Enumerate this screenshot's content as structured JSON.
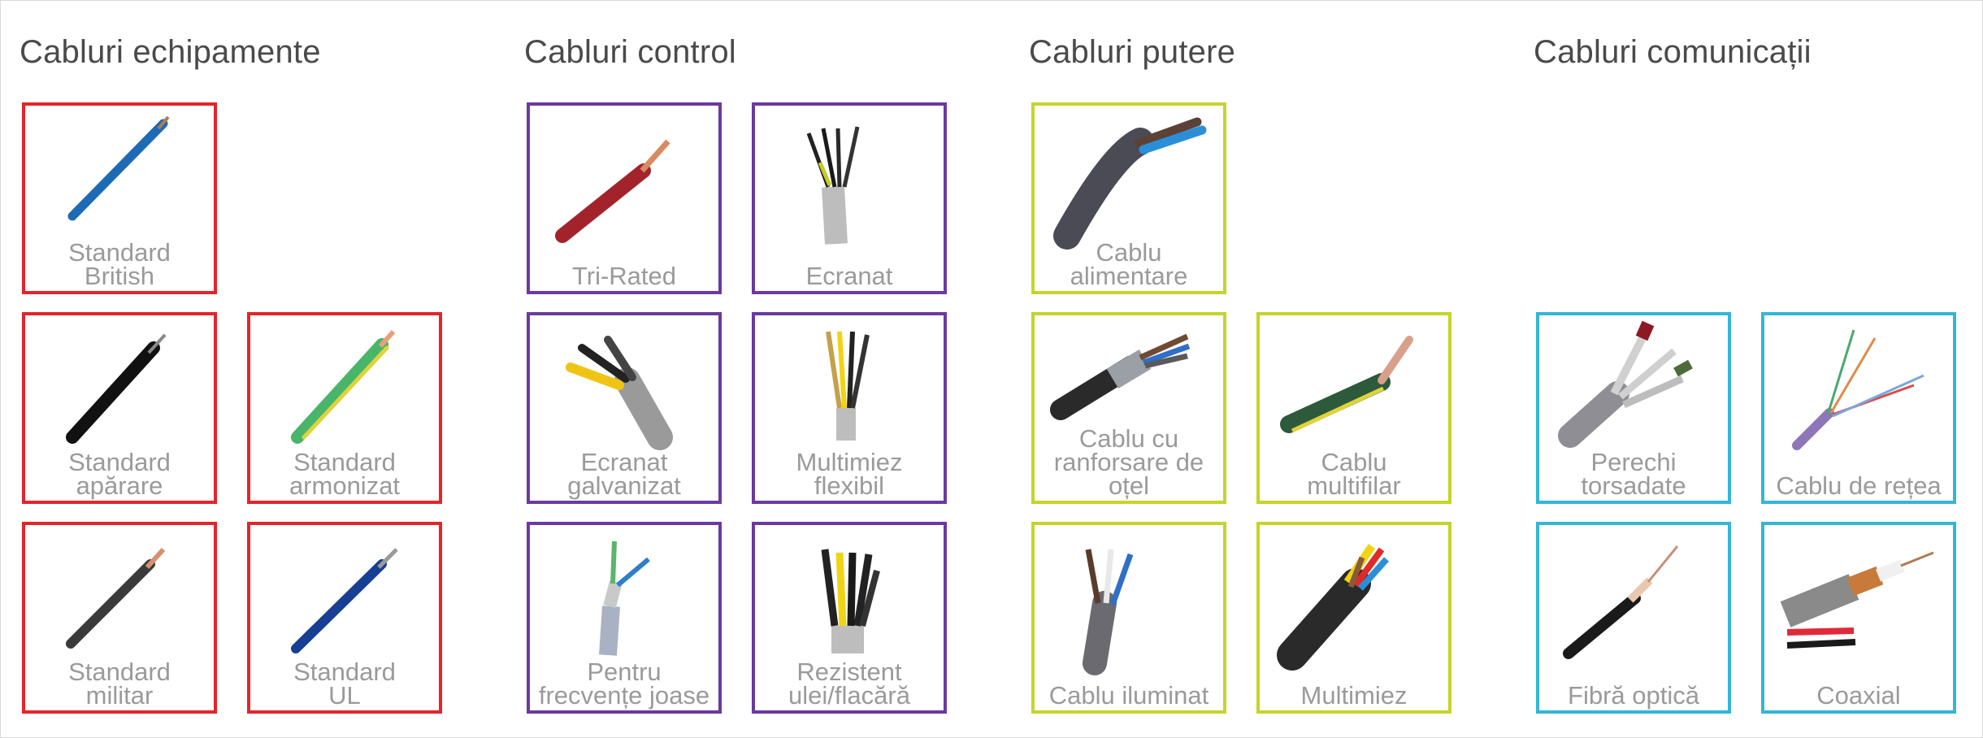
{
  "colors": {
    "equipment": "#e3242b",
    "control": "#6a3aa0",
    "power": "#c5d42a",
    "communication": "#33b6d8"
  },
  "sections": [
    {
      "title": "Cabluri echipamente",
      "cards": [
        {
          "lines": [
            "Standard",
            "British"
          ],
          "icon": "blue-wire-icon"
        },
        {
          "lines": [
            "Standard",
            "apărare"
          ],
          "icon": "black-wire-icon"
        },
        {
          "lines": [
            "Standard",
            "armonizat"
          ],
          "icon": "green-yellow-wire-icon"
        },
        {
          "lines": [
            "Standard",
            "militar"
          ],
          "icon": "dark-wire-icon"
        },
        {
          "lines": [
            "Standard",
            "UL"
          ],
          "icon": "dark-blue-wire-icon"
        }
      ]
    },
    {
      "title": "Cabluri control",
      "cards": [
        {
          "lines": [
            "Tri-Rated"
          ],
          "icon": "red-wire-icon"
        },
        {
          "lines": [
            "Ecranat"
          ],
          "icon": "screened-cable-icon"
        },
        {
          "lines": [
            "Ecranat",
            "galvanizat"
          ],
          "icon": "grey-multicore-cable-icon"
        },
        {
          "lines": [
            "Multimiez",
            "flexibil"
          ],
          "icon": "flexible-multicore-cable-icon"
        },
        {
          "lines": [
            "Pentru",
            "frecvențe joase"
          ],
          "icon": "low-frequency-cable-icon"
        },
        {
          "lines": [
            "Rezistent",
            "ulei/flacără"
          ],
          "icon": "oil-flame-resistant-cable-icon"
        }
      ]
    },
    {
      "title": "Cabluri putere",
      "cards": [
        {
          "lines": [
            "Cablu",
            "alimentare"
          ],
          "icon": "power-cable-icon"
        },
        {
          "lines": [
            "Cablu cu",
            "ranforsare de",
            "oțel"
          ],
          "icon": "armoured-cable-icon"
        },
        {
          "lines": [
            "Cablu",
            "multifilar"
          ],
          "icon": "multi-strand-cable-icon"
        },
        {
          "lines": [
            "Cablu iluminat"
          ],
          "icon": "lighting-cable-icon"
        },
        {
          "lines": [
            "Multimiez"
          ],
          "icon": "multicore-cable-icon"
        }
      ]
    },
    {
      "title": "Cabluri comunicații",
      "cards": [
        {
          "lines": [
            "Perechi",
            "torsadate"
          ],
          "icon": "twisted-pair-cable-icon"
        },
        {
          "lines": [
            "Cablu de rețea"
          ],
          "icon": "network-cable-icon"
        },
        {
          "lines": [
            "Fibră optică"
          ],
          "icon": "fiber-optic-cable-icon"
        },
        {
          "lines": [
            "Coaxial"
          ],
          "icon": "coaxial-cable-icon"
        }
      ]
    }
  ]
}
